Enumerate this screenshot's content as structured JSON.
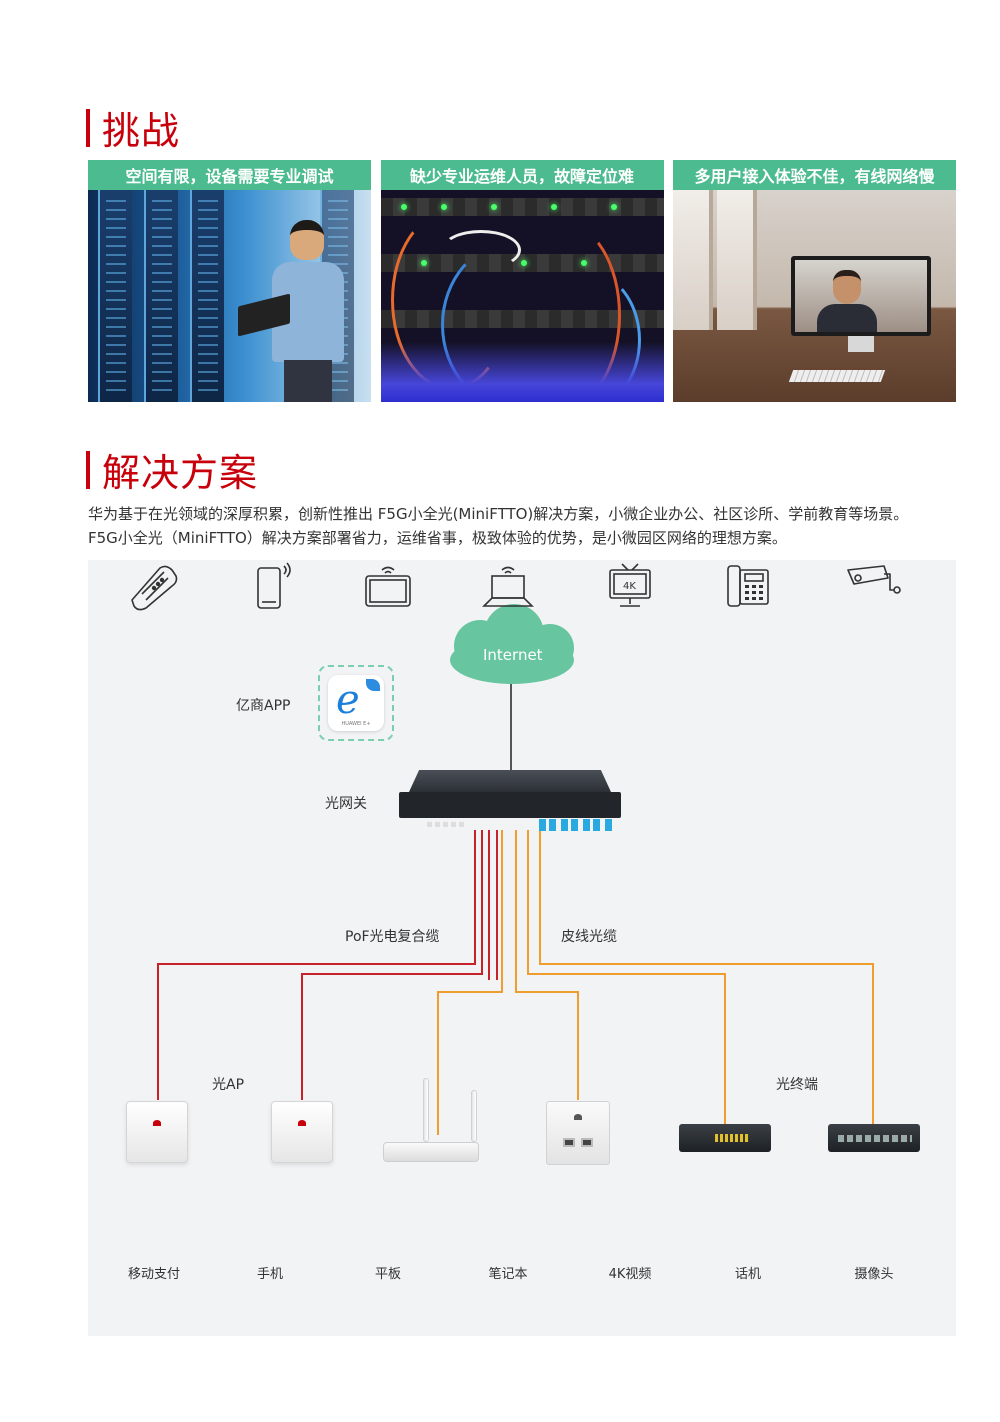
{
  "sections": {
    "challenge_title": "挑战",
    "solution_title": "解决方案"
  },
  "challenges": [
    {
      "caption": "空间有限，设备需要专业调试"
    },
    {
      "caption": "缺少专业运维人员，故障定位难"
    },
    {
      "caption": "多用户接入体验不佳，有线网络慢"
    }
  ],
  "intro": {
    "line1": "华为基于在光领域的深厚积累，创新性推出 F5G小全光(MiniFTTO)解决方案，小微企业办公、社区诊所、学前教育等场景。",
    "line2": "F5G小全光（MiniFTTO）解决方案部署省力，运维省事，极致体验的优势，是小微园区网络的理想方案。"
  },
  "diagram": {
    "internet": "Internet",
    "app_label": "亿商APP",
    "app_icon_text": "HUAWEI E+",
    "gateway_label": "光网关",
    "pof_label": "PoF光电复合缆",
    "fiber_label": "皮线光缆",
    "ap_label": "光AP",
    "ont_label": "光终端",
    "terminals": [
      {
        "label": "移动支付",
        "icon": "pos-terminal-icon"
      },
      {
        "label": "手机",
        "icon": "phone-icon"
      },
      {
        "label": "平板",
        "icon": "tablet-icon"
      },
      {
        "label": "笔记本",
        "icon": "laptop-icon"
      },
      {
        "label": "4K视频",
        "icon": "tv-4k-icon"
      },
      {
        "label": "话机",
        "icon": "desk-phone-icon"
      },
      {
        "label": "摄像头",
        "icon": "camera-icon"
      }
    ],
    "colors": {
      "pof_line": "#c7222a",
      "fiber_line": "#ef9d2c",
      "cloud": "#67c5a0",
      "accent": "#c7000b",
      "caption_bg": "#4cbb8f"
    }
  }
}
